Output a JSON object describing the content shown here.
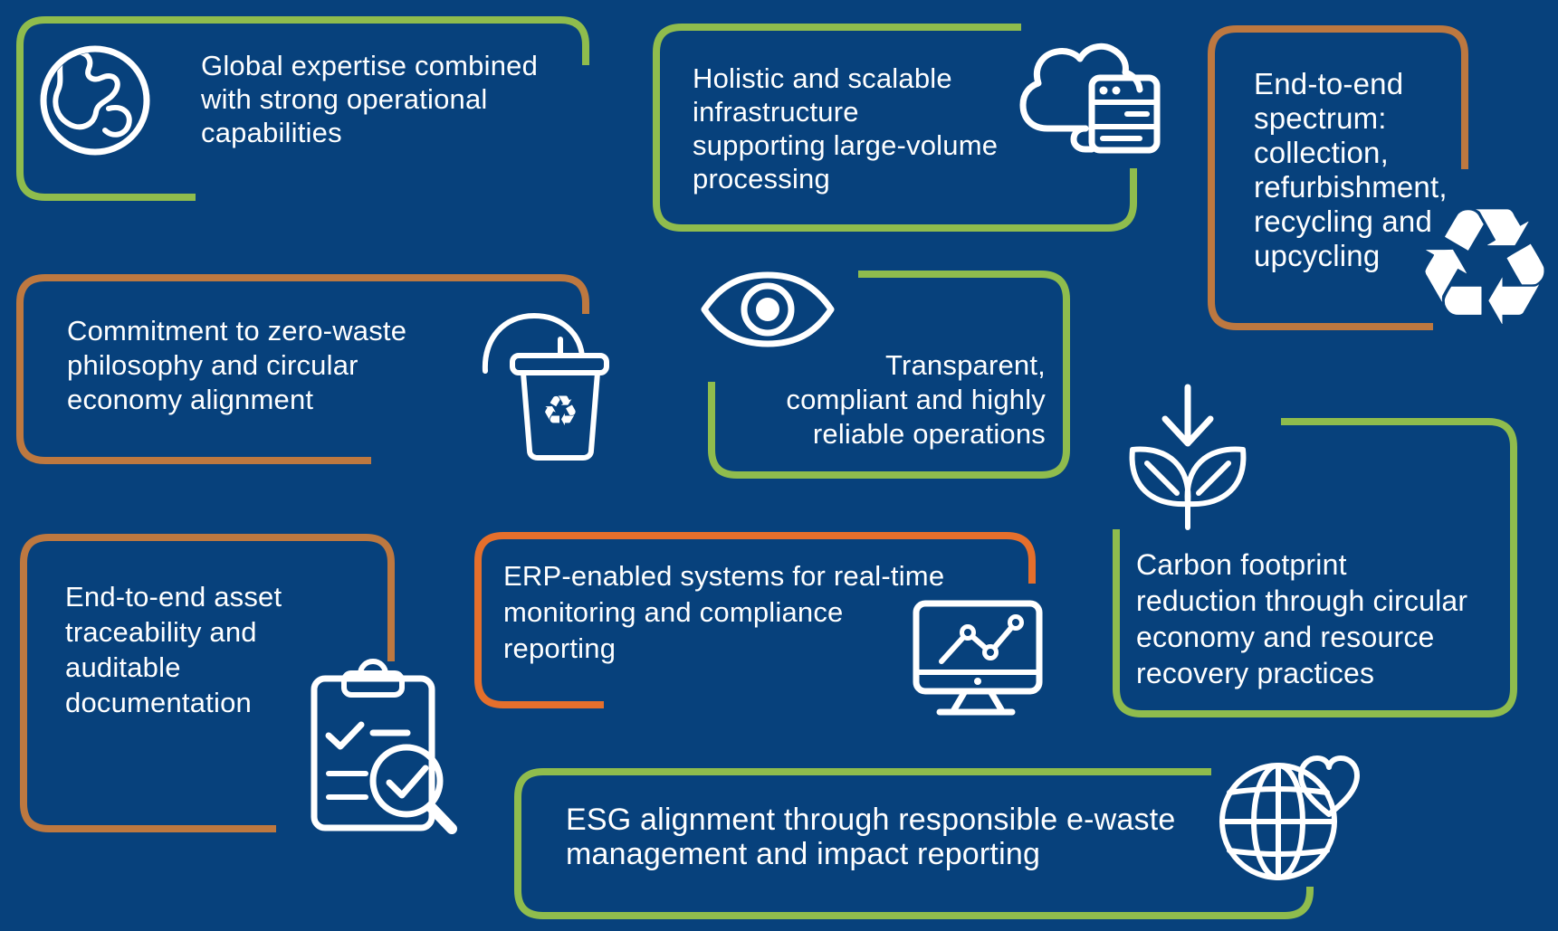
{
  "colors": {
    "background": "#07417C",
    "green_accent": "#8FBC4D",
    "copper_accent": "#BD7840",
    "orange_accent": "#E56F2C",
    "icon_and_text": "#FFFFFF"
  },
  "glyphs": {
    "recycle": "♻"
  },
  "cards": [
    {
      "id": "global-expertise",
      "accent": "green",
      "icon": "globe-icon",
      "lines": [
        "Global expertise combined",
        "with strong operational",
        "capabilities"
      ]
    },
    {
      "id": "holistic-infrastructure",
      "accent": "green",
      "icon": "cloud-server-icon",
      "lines": [
        "Holistic and scalable",
        "infrastructure",
        "supporting large-volume",
        "processing"
      ]
    },
    {
      "id": "end-to-end-spectrum",
      "accent": "copper",
      "icon": "recycle-icon",
      "lines": [
        "End-to-end",
        "spectrum:",
        "collection,",
        "refurbishment,",
        "recycling and",
        "upcycling"
      ]
    },
    {
      "id": "zero-waste-commitment",
      "accent": "copper",
      "icon": "recycle-bin-icon",
      "lines": [
        "Commitment to zero-waste",
        "philosophy and circular",
        "economy alignment"
      ]
    },
    {
      "id": "transparent-operations",
      "accent": "green",
      "icon": "eye-icon",
      "lines": [
        "Transparent,",
        "compliant and highly",
        "reliable operations"
      ]
    },
    {
      "id": "carbon-footprint-reduction",
      "accent": "green",
      "icon": "leaf-arrow-icon",
      "lines": [
        "Carbon footprint",
        "reduction through circular",
        "economy and resource",
        "recovery practices"
      ]
    },
    {
      "id": "asset-traceability",
      "accent": "copper",
      "icon": "clipboard-audit-icon",
      "lines": [
        "End-to-end asset",
        "traceability and",
        "auditable",
        "documentation"
      ]
    },
    {
      "id": "erp-systems",
      "accent": "orange",
      "icon": "monitor-chart-icon",
      "lines": [
        "ERP-enabled systems for real-time",
        "monitoring and compliance",
        "reporting"
      ]
    },
    {
      "id": "esg-alignment",
      "accent": "green",
      "icon": "globe-heart-icon",
      "lines": [
        "ESG alignment through responsible e-waste",
        "management and impact reporting"
      ]
    }
  ]
}
